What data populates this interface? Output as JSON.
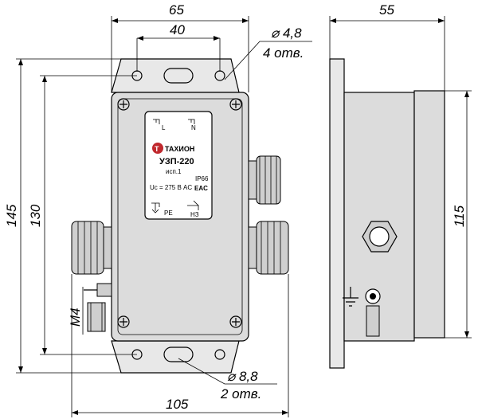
{
  "dimensions": {
    "width_overall": "65",
    "hole_pitch": "40",
    "hole_small_dia": "⌀ 4,8",
    "hole_small_count": "4 отв.",
    "depth": "55",
    "height_total": "145",
    "height_body": "130",
    "height_side": "115",
    "thread": "M4",
    "hole_large_dia": "⌀ 8,8",
    "hole_large_count": "2 отв.",
    "width_total": "105"
  },
  "label": {
    "terminal_l": "L",
    "terminal_n": "N",
    "brand": "ТАХИОН",
    "model": "УЗП-220",
    "variant": "исп.1",
    "ip": "IP66",
    "voltage": "Uc = 275 В AC",
    "cert": "EAC",
    "pe": "PE",
    "nz": "НЗ"
  }
}
